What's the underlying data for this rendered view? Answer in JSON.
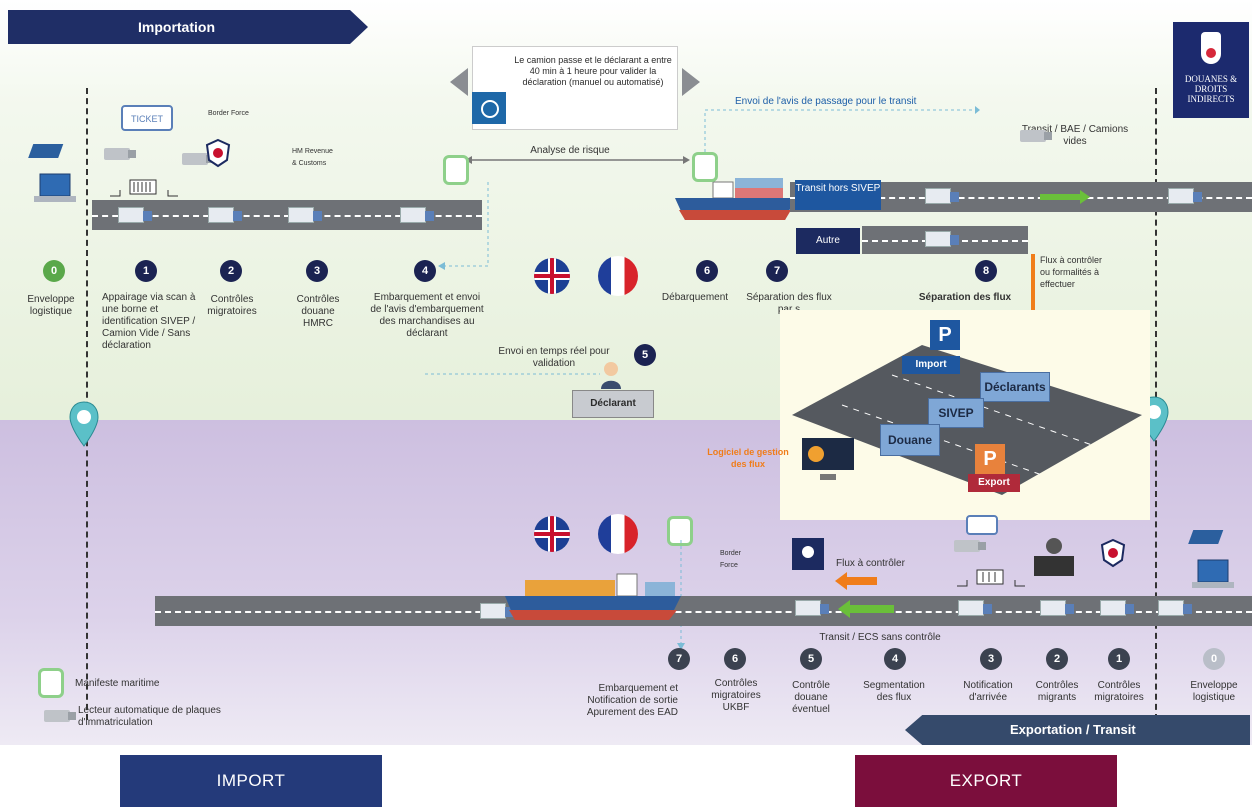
{
  "banners": {
    "importation": "Importation",
    "exportation": "Exportation / Transit"
  },
  "logo": {
    "text": "DOUANES & DROITS INDIRECTS"
  },
  "top_note": "Le camion passe et le déclarant a entre 40 min à 1 heure pour valider la déclaration (manuel ou automatisé)",
  "envoi_avis": "Envoi de l'avis de passage pour le transit",
  "analyse_risque": "Analyse de risque",
  "transit_right": "Transit / BAE / Camions vides",
  "transit_hors": "Transit hors SIVEP",
  "autre": "Autre",
  "flux_controler_top": "Flux à contrôler ou formalités à effectuer",
  "icons_small": {
    "border_force": "Border Force",
    "hm_revenue": "HM Revenue & Customs",
    "border_force_bottom": "Border Force"
  },
  "import_steps": [
    {
      "n": "0",
      "label": "Enveloppe logistique"
    },
    {
      "n": "1",
      "label": "Appairage via scan à une borne et identification SIVEP / Camion Vide / Sans déclaration"
    },
    {
      "n": "2",
      "label": "Contrôles migratoires"
    },
    {
      "n": "3",
      "label": "Contrôles douane HMRC"
    },
    {
      "n": "4",
      "label": "Embarquement et envoi de l'avis d'embarquement des marchandises au déclarant"
    },
    {
      "n": "5",
      "label": "Envoi en temps réel pour validation"
    },
    {
      "n": "6",
      "label": "Débarquement"
    },
    {
      "n": "7",
      "label": "Séparation des flux par s"
    },
    {
      "n": "8",
      "label": "Séparation des flux"
    }
  ],
  "declarant": "Déclarant",
  "inset": {
    "import": "Import",
    "export": "Export",
    "declarants": "Déclarants",
    "sivep": "SIVEP",
    "douane": "Douane",
    "p": "P",
    "logiciel": "Logiciel de gestion des flux"
  },
  "export_steps": [
    {
      "n": "7",
      "label": "Embarquement et Notification de sortie Apurement des EAD"
    },
    {
      "n": "6",
      "label": "Contrôles migratoires UKBF"
    },
    {
      "n": "5",
      "label": "Contrôle douane éventuel"
    },
    {
      "n": "4",
      "label": "Segmentation des flux"
    },
    {
      "n": "3",
      "label": "Notification d'arrivée"
    },
    {
      "n": "2",
      "label": "Contrôles migrants"
    },
    {
      "n": "1",
      "label": "Contrôles migratoires"
    },
    {
      "n": "0",
      "label": "Enveloppe logistique"
    }
  ],
  "flux_controler_bottom": "Flux à contrôler",
  "transit_ecs": "Transit / ECS sans contrôle",
  "legend": {
    "manifeste": "Manifeste maritime",
    "lecteur": "Lecteur automatique de plaques d'immatriculation"
  },
  "footer": {
    "import": "IMPORT",
    "export": "EXPORT"
  },
  "colors": {
    "navy": "#1f2e66",
    "export": "#7b0e3c",
    "import_btn": "#243a7a"
  }
}
